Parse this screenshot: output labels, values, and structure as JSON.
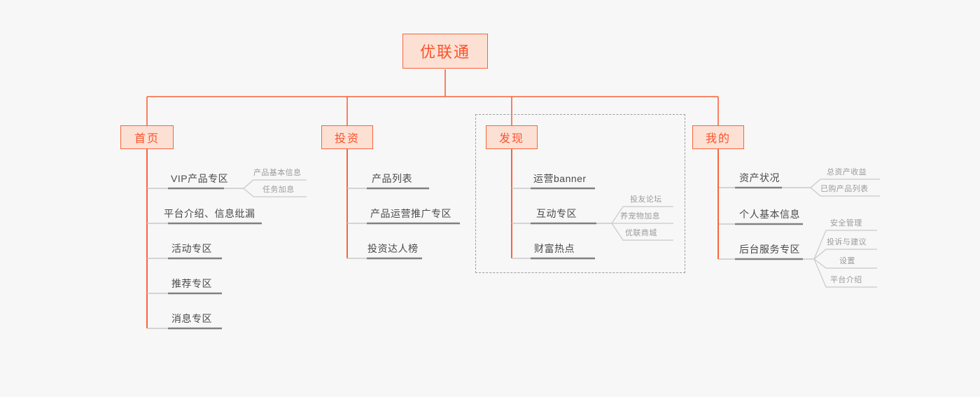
{
  "diagram": {
    "title": "优联通",
    "type": "site-structure-mindmap",
    "background": "#f7f7f7",
    "accent_color": "#f9532b",
    "node_fill": "#fde0d4",
    "level2_color": "#4a4a4a",
    "level3_color": "#9b9b9b",
    "group_border_color": "#9e9e9e"
  },
  "root": {
    "label": "优联通"
  },
  "branches": [
    {
      "label": "首页",
      "children": [
        {
          "label": "VIP产品专区",
          "children": [
            {
              "label": "产品基本信息"
            },
            {
              "label": "任务加息"
            }
          ]
        },
        {
          "label": "平台介绍、信息纰漏",
          "children": []
        },
        {
          "label": "活动专区",
          "children": []
        },
        {
          "label": "推荐专区",
          "children": []
        },
        {
          "label": "消息专区",
          "children": []
        }
      ]
    },
    {
      "label": "投资",
      "children": [
        {
          "label": "产品列表",
          "children": []
        },
        {
          "label": "产品运营推广专区",
          "children": []
        },
        {
          "label": "投资达人榜",
          "children": []
        }
      ]
    },
    {
      "label": "发现",
      "grouped": true,
      "children": [
        {
          "label": "运营banner",
          "children": []
        },
        {
          "label": "互动专区",
          "children": [
            {
              "label": "投友论坛"
            },
            {
              "label": "养宠物加息"
            },
            {
              "label": "优联商城"
            }
          ]
        },
        {
          "label": "财富热点",
          "children": []
        }
      ]
    },
    {
      "label": "我的",
      "children": [
        {
          "label": "资产状况",
          "children": [
            {
              "label": "总资产收益"
            },
            {
              "label": "已购产品列表"
            }
          ]
        },
        {
          "label": "个人基本信息",
          "children": []
        },
        {
          "label": "后台服务专区",
          "children": [
            {
              "label": "安全管理"
            },
            {
              "label": "投诉与建议"
            },
            {
              "label": "设置"
            },
            {
              "label": "平台介绍"
            }
          ]
        }
      ]
    }
  ]
}
